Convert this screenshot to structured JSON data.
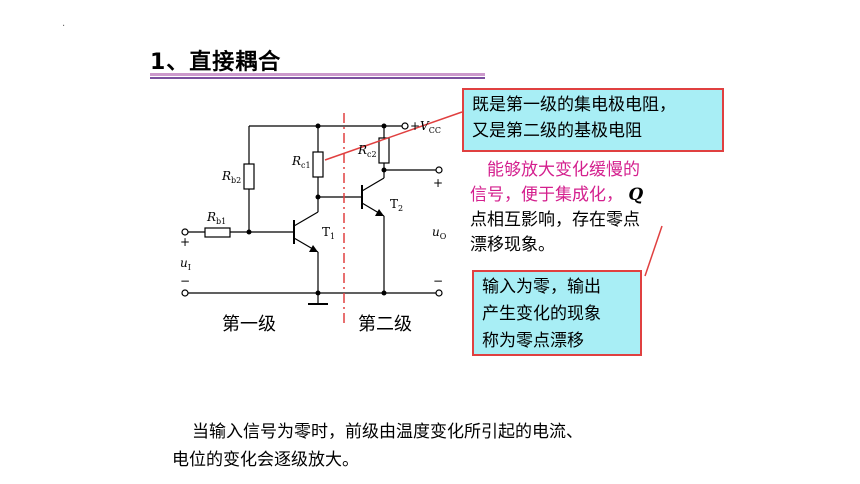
{
  "slide": {
    "dot": ".",
    "title": "1、直接耦合"
  },
  "circuit": {
    "rb2": "R",
    "rb2_sub": "b2",
    "rb1": "R",
    "rb1_sub": "b1",
    "rc1": "R",
    "rc1_sub": "c1",
    "rc2": "R",
    "rc2_sub": "c2",
    "vcc": "+V",
    "vcc_sub": "CC",
    "t1": "T",
    "t1_sub": "1",
    "t2": "T",
    "t2_sub": "2",
    "ui": "u",
    "ui_sub": "I",
    "uo": "u",
    "uo_sub": "O",
    "plus_in": "+",
    "minus_in": "−",
    "plus_out": "+",
    "minus_out": "−",
    "stage1": "第一级",
    "stage2": "第二级"
  },
  "callout_top": {
    "line1": "既是第一级的集电极电阻，",
    "line2": "又是第二级的基极电阻"
  },
  "note": {
    "pink1": "能够放大变化缓慢的",
    "pink2": "信号，便于集成化，",
    "q": "Q",
    "line3": "点相互影响，存在零点",
    "line4": "漂移现象。"
  },
  "callout_bottom": {
    "line1": "输入为零，输出",
    "line2": "产生变化的现象",
    "line3": "称为零点漂移"
  },
  "body": {
    "line1": "当输入信号为零时，前级由温度变化所引起的电流、",
    "line2": "电位的变化会逐级放大。"
  },
  "colors": {
    "callout_bg": "#a8eef5",
    "callout_border": "#e04040",
    "highlight_pink": "#d4208e",
    "title_underline": "#7b4f9e",
    "divider_red": "#e04040"
  }
}
